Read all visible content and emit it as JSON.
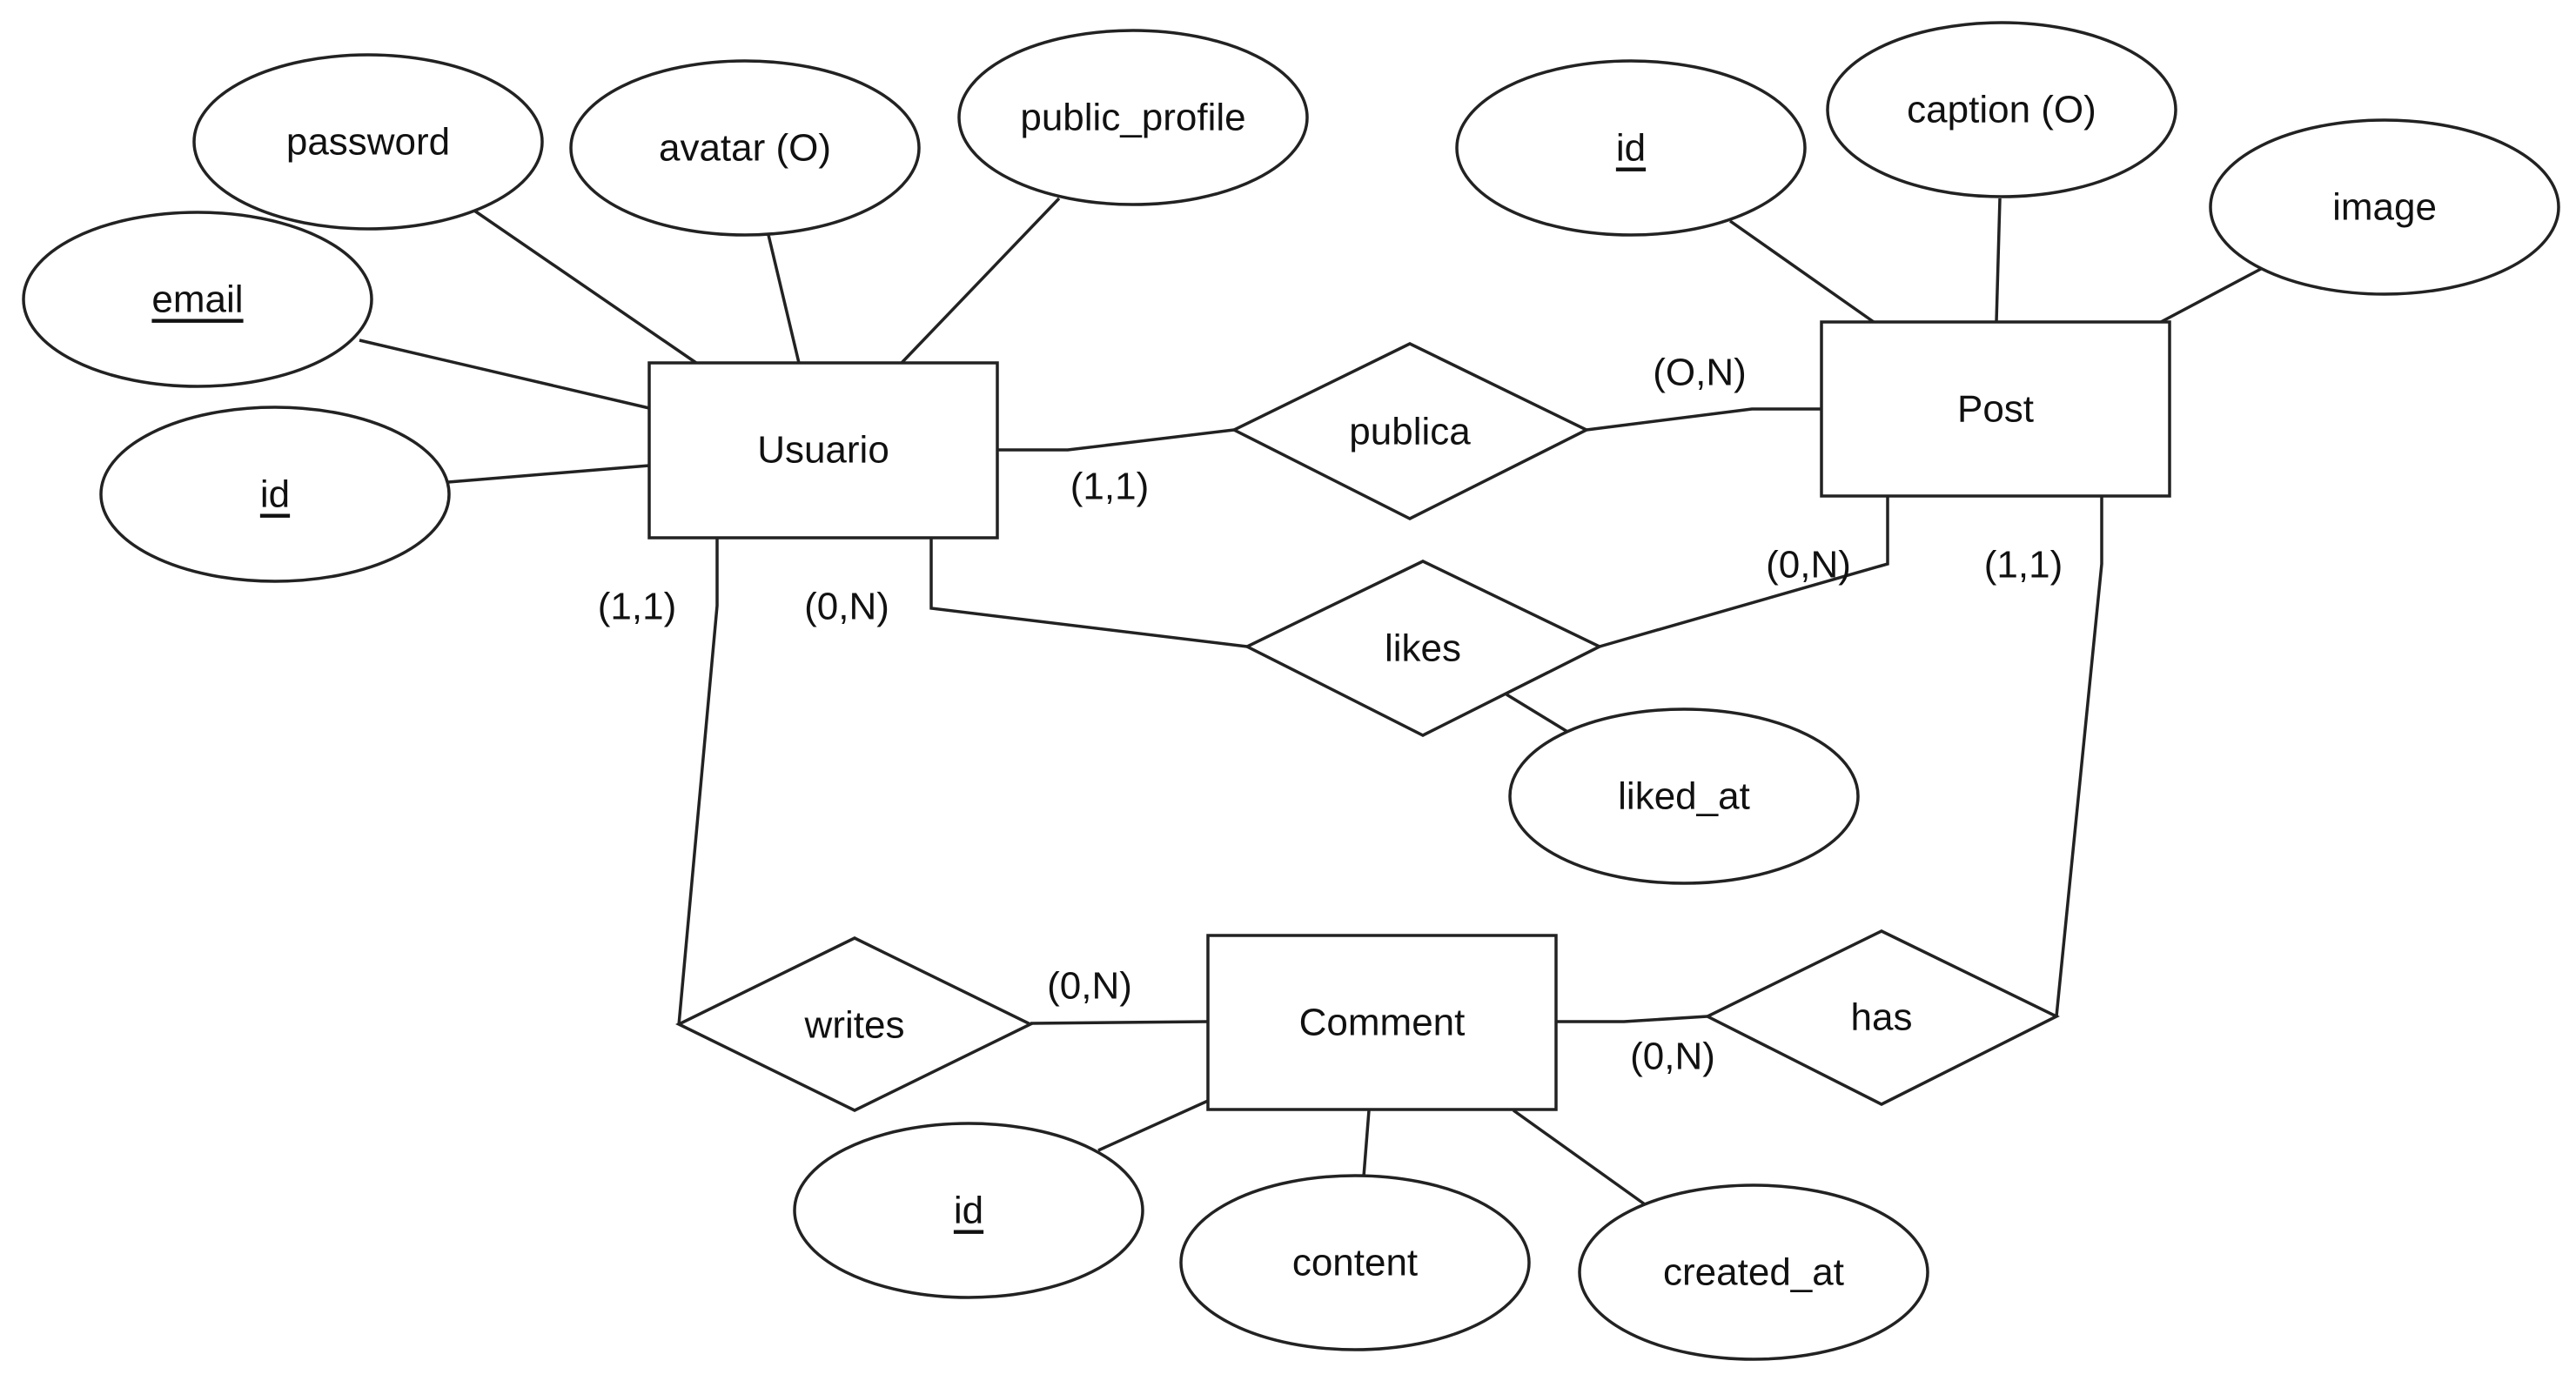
{
  "diagram": {
    "entities": {
      "usuario": "Usuario",
      "post": "Post",
      "comment": "Comment"
    },
    "relationships": {
      "publica": "publica",
      "likes": "likes",
      "writes": "writes",
      "has": "has"
    },
    "attributes": {
      "usuario_password": "password",
      "usuario_avatar": "avatar (O)",
      "usuario_public_profile": "public_profile",
      "usuario_email": "email",
      "usuario_id": "id",
      "post_id": "id",
      "post_caption": "caption (O)",
      "post_image": "image",
      "likes_liked_at": "liked_at",
      "comment_id": "id",
      "comment_content": "content",
      "comment_created_at": "created_at"
    },
    "cardinalities": {
      "usuario_publica": "(1,1)",
      "post_publica": "(O,N)",
      "post_likes": "(0,N)",
      "post_has": "(1,1)",
      "usuario_writes": "(1,1)",
      "usuario_likes": "(0,N)",
      "comment_writes": "(0,N)",
      "comment_has": "(0,N)"
    }
  }
}
